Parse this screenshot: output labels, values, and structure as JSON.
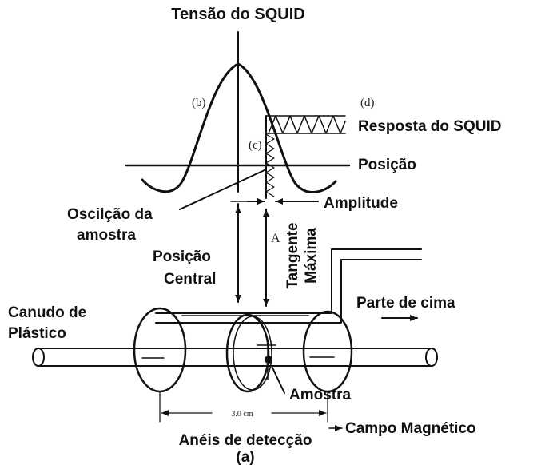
{
  "labels": {
    "tensao": "Tensão do SQUID",
    "b": "(b)",
    "c": "(c)",
    "d": "(d)",
    "resposta": "Resposta do SQUID",
    "posicao": "Posição",
    "oscilacao_1": "Oscilção da",
    "oscilacao_2": "amostra",
    "amplitude": "Amplitude",
    "posicao_central_1": "Posição",
    "posicao_central_2": "Central",
    "a_marker": "A",
    "tangente_1": "Tangente",
    "tangente_2": "Máxima",
    "canudo_1": "Canudo de",
    "canudo_2": "Plástico",
    "parte_de_cima": "Parte de cima",
    "amostra": "Amostra",
    "dimensao": "3.0 cm",
    "campo": "Campo Magnético",
    "aneis": "Anéis de detecção",
    "a_caption": "(a)"
  }
}
